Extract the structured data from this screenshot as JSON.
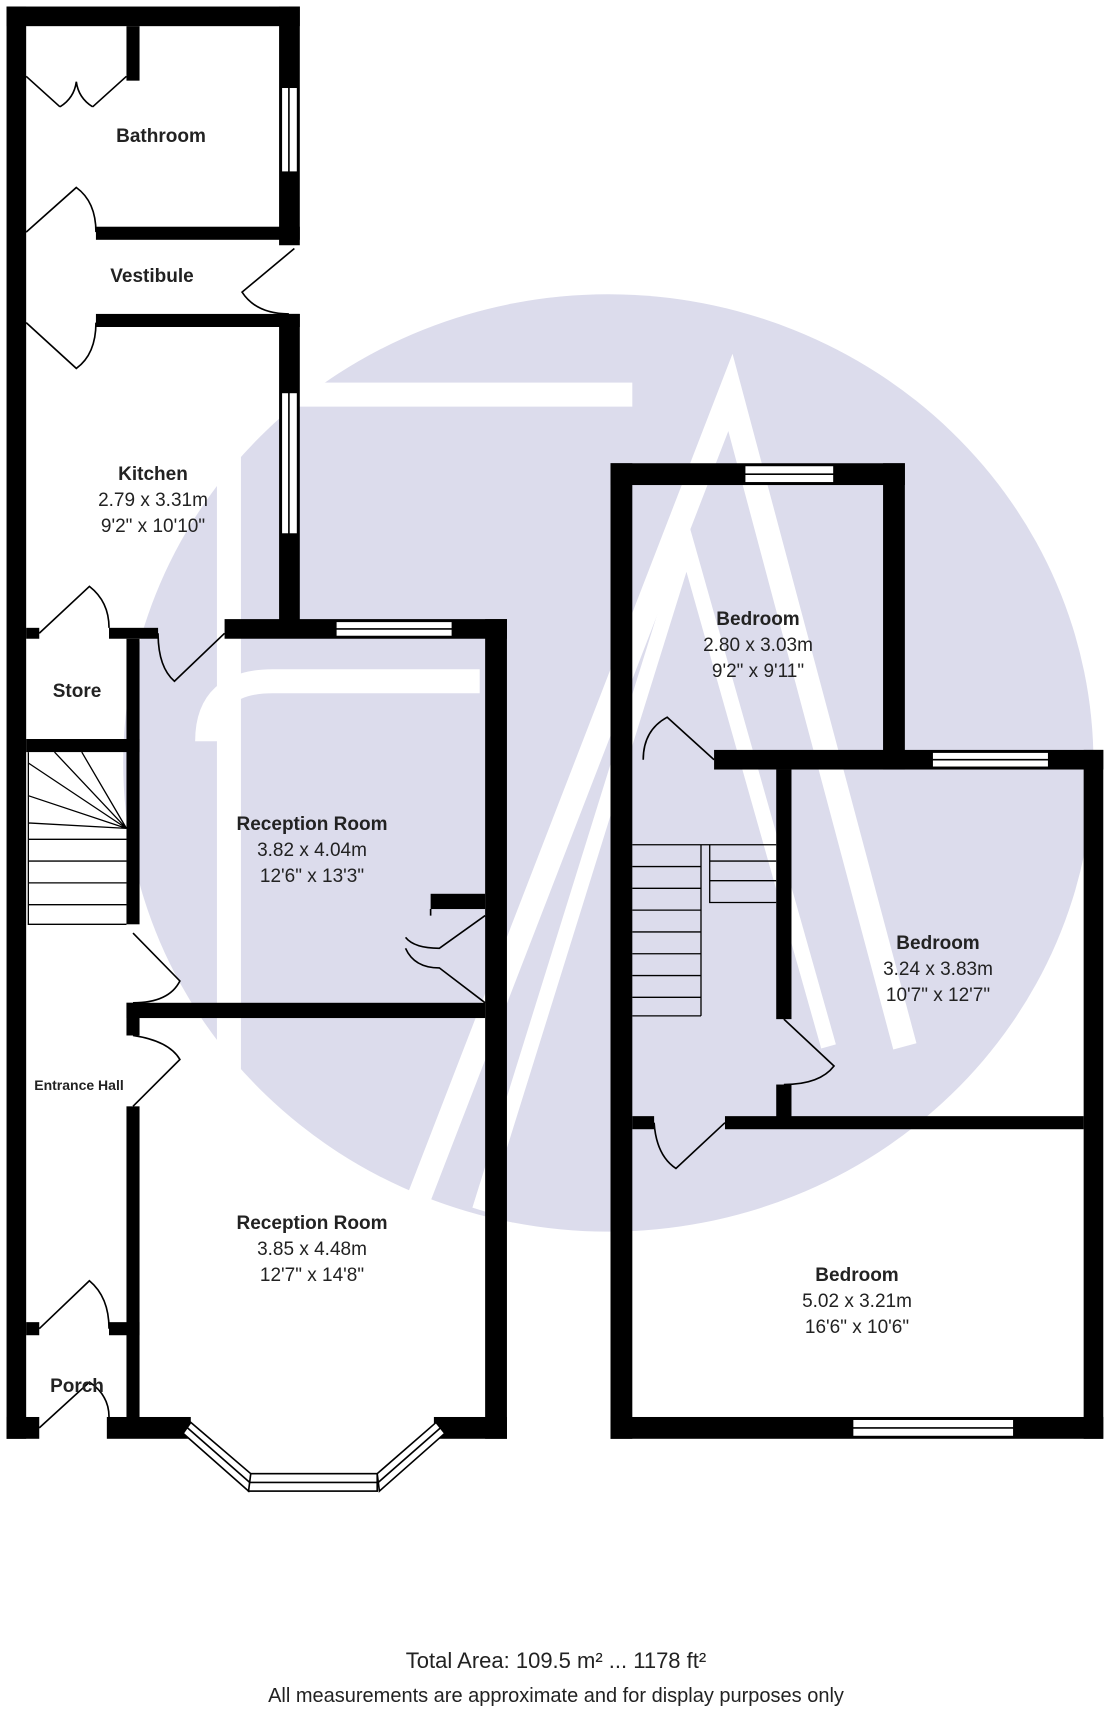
{
  "rooms": {
    "bathroom": {
      "name": "Bathroom"
    },
    "vestibule": {
      "name": "Vestibule"
    },
    "kitchen": {
      "name": "Kitchen",
      "metric": "2.79 x 3.31m",
      "imperial": "9'2\" x 10'10\""
    },
    "store": {
      "name": "Store"
    },
    "reception1": {
      "name": "Reception Room",
      "metric": "3.82 x 4.04m",
      "imperial": "12'6\" x 13'3\""
    },
    "entrance": {
      "name": "Entrance Hall"
    },
    "reception2": {
      "name": "Reception Room",
      "metric": "3.85 x 4.48m",
      "imperial": "12'7\" x 14'8\""
    },
    "porch": {
      "name": "Porch"
    },
    "bedroom1": {
      "name": "Bedroom",
      "metric": "2.80 x 3.03m",
      "imperial": "9'2\" x 9'11\""
    },
    "bedroom2": {
      "name": "Bedroom",
      "metric": "3.24 x 3.83m",
      "imperial": "10'7\" x 12'7\""
    },
    "bedroom3": {
      "name": "Bedroom",
      "metric": "5.02 x 3.21m",
      "imperial": "16'6\" x 10'6\""
    }
  },
  "footer": {
    "total_area": "Total Area: 109.5 m² ... 1178 ft²",
    "disclaimer": "All measurements are approximate and for display purposes only"
  },
  "colors": {
    "wall": "#000000",
    "watermark": "#dcdcec"
  }
}
